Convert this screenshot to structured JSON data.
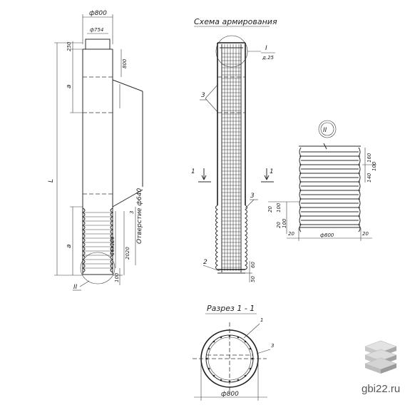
{
  "labels": {
    "diameter_top": "ф800",
    "diameter_inner": "ф754",
    "dim_250": "250",
    "dim_800": "800",
    "dim_a_top": "а",
    "dim_L": "L",
    "dim_a_bottom": "а",
    "dim_16x120": "16х120",
    "dim_2020": "2020",
    "dim_100": "100",
    "opening_label": "Отверстие ф640",
    "opening_index": "3",
    "callout_II_main": "II",
    "scheme_title": "Схема армирования",
    "callout_I": "I",
    "callout_I_scale": "д.25",
    "callout_3_top": "3",
    "callout_3_mid": "3",
    "callout_2": "2",
    "dim_60": "60",
    "dim_50": "50",
    "section_mark_left": "1",
    "section_mark_right": "1",
    "detail_II_title": "II",
    "det_160": "160",
    "det_100": "100",
    "det_140": "140",
    "det_20a": "20",
    "det_100b": "100",
    "det_20b": "20",
    "det_100c": "100",
    "det_20c": "20",
    "det_diam": "ф800",
    "det_20d": "20",
    "section_title": "Разрез 1 - 1",
    "sec_1": "1",
    "sec_3": "3",
    "sec_diam": "ф800",
    "brand_text": "gbi22.ru"
  },
  "colors": {
    "ink": "#2a2a2a",
    "brand_text": "#555555",
    "logo_light": "#d9d9d9",
    "logo_mid": "#bdbdbd",
    "logo_dark": "#9e9e9e"
  }
}
